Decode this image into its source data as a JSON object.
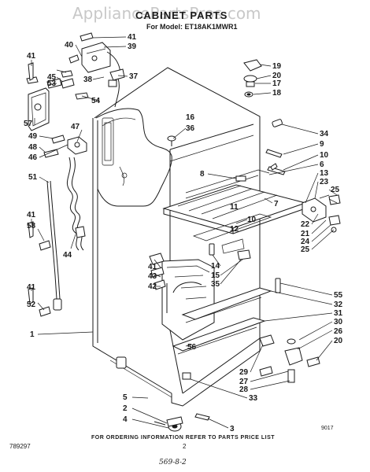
{
  "watermark": "AppliancePartsPros.com",
  "title": "CABINET PARTS",
  "model_line": "For Model: ET18AK1MWR1",
  "footer_note": "FOR ORDERING INFORMATION REFER TO PARTS PRICE LIST",
  "page_number": "2",
  "doc_number": "789297",
  "figure_code": "9017",
  "handwritten_note": "569-8-2",
  "callouts": [
    "1",
    "2",
    "3",
    "4",
    "5",
    "6",
    "7",
    "8",
    "9",
    "10",
    "10",
    "11",
    "12",
    "13",
    "14",
    "15",
    "16",
    "17",
    "18",
    "19",
    "20",
    "20",
    "21",
    "22",
    "23",
    "24",
    "25",
    "25",
    "26",
    "27",
    "28",
    "29",
    "30",
    "31",
    "32",
    "33",
    "34",
    "35",
    "36",
    "37",
    "38",
    "39",
    "40",
    "41",
    "41",
    "41",
    "41",
    "41",
    "42",
    "43",
    "44",
    "45",
    "46",
    "47",
    "48",
    "49",
    "51",
    "52",
    "53",
    "54",
    "55",
    "56",
    "57",
    "58"
  ]
}
